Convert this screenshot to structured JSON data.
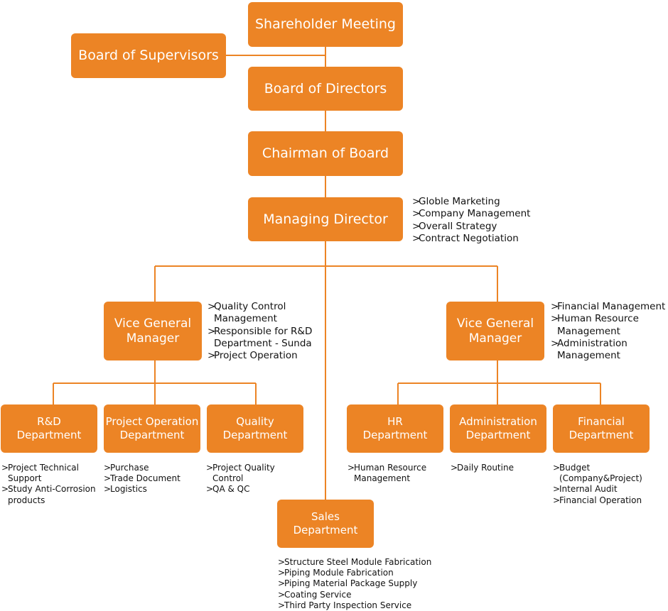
{
  "org_chart": {
    "shareholder_meeting": "Shareholder Meeting",
    "board_of_supervisors": "Board of Supervisors",
    "board_of_directors": "Board of Directors",
    "chairman": "Chairman of Board",
    "managing_director": {
      "title": "Managing Director",
      "duties": [
        "Globle Marketing",
        "Company Management",
        "Overall Strategy",
        "Contract Negotiation"
      ]
    },
    "vgm_left": {
      "title": "Vice General\nManager",
      "duties": [
        "Quality Control\nManagement",
        "Responsible for R&D\nDepartment - Sunda",
        "Project Operation"
      ]
    },
    "vgm_right": {
      "title": "Vice General\nManager",
      "duties": [
        "Financial Management",
        "Human Resource\nManagement",
        "Administration\nManagement"
      ]
    },
    "rd": {
      "title": "R&D\nDepartment",
      "duties": [
        "Project Technical\nSupport",
        "Study Anti-Corrosion\nproducts"
      ]
    },
    "project_operation": {
      "title": "Project Operation\nDepartment",
      "duties": [
        "Purchase",
        "Trade Document",
        "Logistics"
      ]
    },
    "quality": {
      "title": "Quality\nDepartment",
      "duties": [
        "Project Quality\nControl",
        "QA & QC"
      ]
    },
    "hr": {
      "title": "HR\nDepartment",
      "duties": [
        "Human Resource\nManagement"
      ]
    },
    "administration": {
      "title": "Administration\nDepartment",
      "duties": [
        "Daily Routine"
      ]
    },
    "financial": {
      "title": "Financial\nDepartment",
      "duties": [
        "Budget\n(Company&Project)",
        "Internal Audit",
        "Financial Operation"
      ]
    },
    "sales": {
      "title": "Sales\nDepartment",
      "duties": [
        "Structure Steel Module Fabrication",
        "Piping Module Fabrication",
        "Piping Material Package Supply",
        "Coating Service",
        "Third Party Inspection Service"
      ]
    }
  },
  "colors": {
    "box": "#ec8425",
    "connector": "#ec8425",
    "box_text": "#ffffff",
    "note_text": "#111111"
  }
}
